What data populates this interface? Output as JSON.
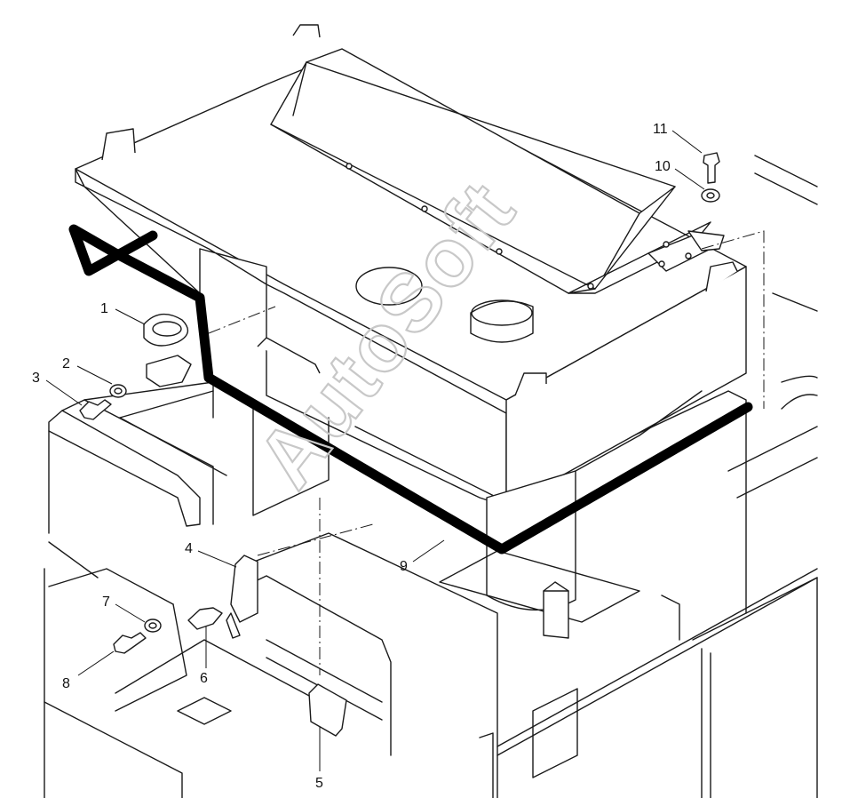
{
  "watermark": "AutoSoft",
  "callouts": [
    {
      "id": "1",
      "label": "1"
    },
    {
      "id": "2",
      "label": "2"
    },
    {
      "id": "3",
      "label": "3"
    },
    {
      "id": "4",
      "label": "4"
    },
    {
      "id": "5",
      "label": "5"
    },
    {
      "id": "6",
      "label": "6"
    },
    {
      "id": "7",
      "label": "7"
    },
    {
      "id": "8",
      "label": "8"
    },
    {
      "id": "9",
      "label": "9"
    },
    {
      "id": "10",
      "label": "10"
    },
    {
      "id": "11",
      "label": "11"
    }
  ],
  "colors": {
    "line": "#1a1a1a",
    "hose": "#000000",
    "watermark": "#c8c8c8",
    "background": "#ffffff"
  }
}
